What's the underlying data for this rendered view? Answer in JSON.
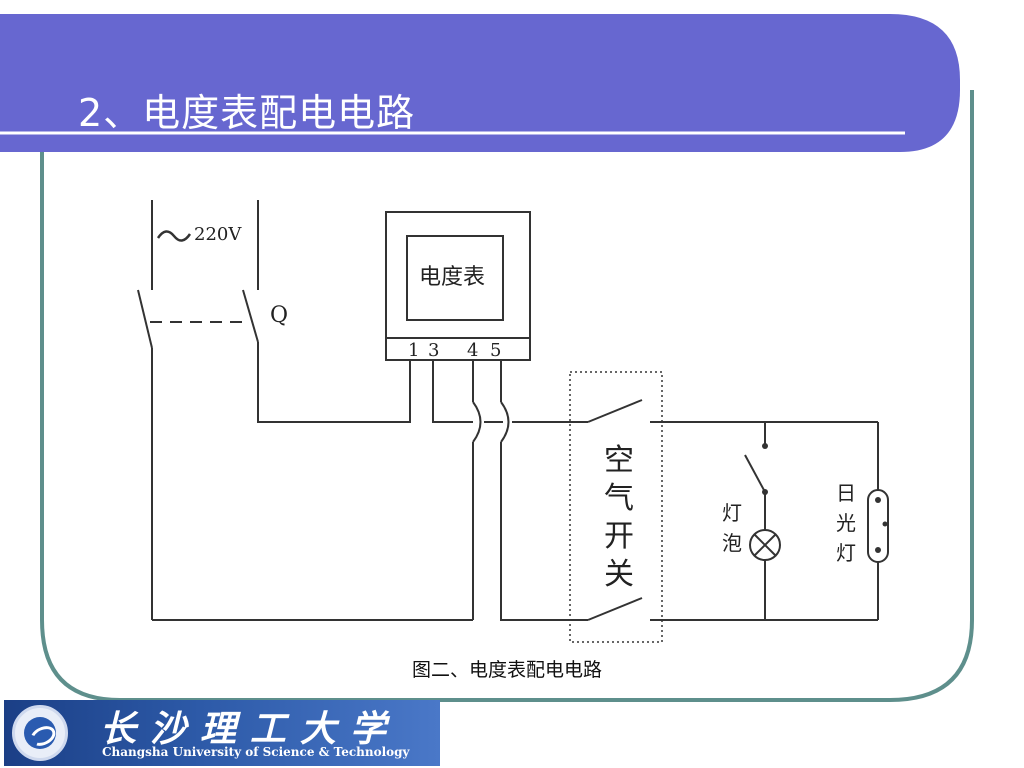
{
  "slide": {
    "title": "2、电度表配电电路",
    "caption": "图二、电度表配电电路"
  },
  "diagram": {
    "supply_label": "220V",
    "breaker_label": "Q",
    "meter_label": "电度表",
    "meter_terminals": [
      "1",
      "3",
      "4",
      "5"
    ],
    "air_switch_chars": [
      "空",
      "气",
      "开",
      "关"
    ],
    "lamp_chars": [
      "灯",
      "泡"
    ],
    "fluorescent_chars": [
      "日",
      "光",
      "灯"
    ]
  },
  "logo": {
    "name_cn": "长沙理工大学",
    "name_en": "Changsha University of Science & Technology"
  },
  "colors": {
    "banner": "#6767d0",
    "frame": "#5e8f8c",
    "wire": "#333333"
  }
}
